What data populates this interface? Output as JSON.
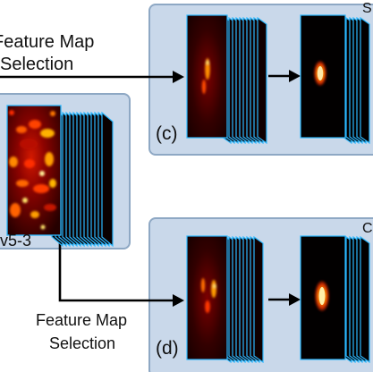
{
  "diagram": {
    "top_label_line1": "Feature Map",
    "top_label_line2": "Selection",
    "bottom_label_line1": "Feature Map",
    "bottom_label_line2": "Selection",
    "left_stack_caption": "v5-3",
    "panel_c_label": "(c)",
    "panel_d_label": "(d)",
    "right_top_clipped": "S",
    "right_bottom_clipped": "C",
    "colors": {
      "panel_fill": "#c9d8ea",
      "panel_border": "#8ea8c4",
      "stack_edge": "#2bb8ff",
      "arrow": "#000000",
      "heat_dark": "#050000",
      "heat_red": "#c20f00",
      "heat_orange": "#ff8a00",
      "heat_yellow": "#ffe06a"
    }
  }
}
